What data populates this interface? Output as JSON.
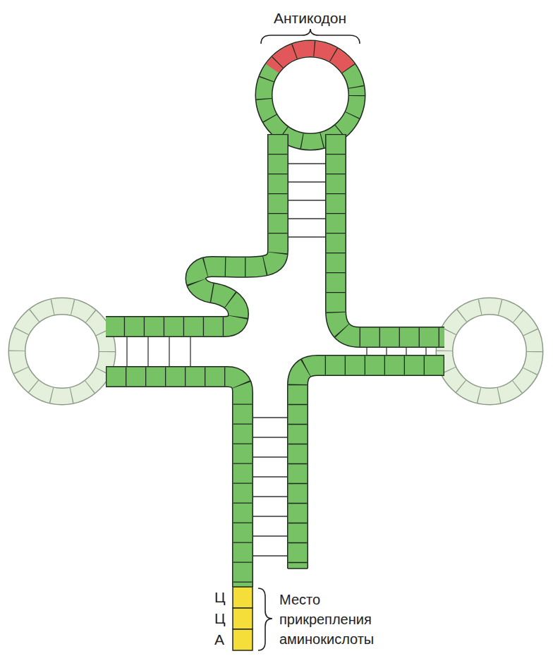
{
  "diagram": {
    "labels": [
      "Антикодон",
      "Ц",
      "Ц",
      "А",
      "Место прикрепления аминокислоты"
    ]
  }
}
